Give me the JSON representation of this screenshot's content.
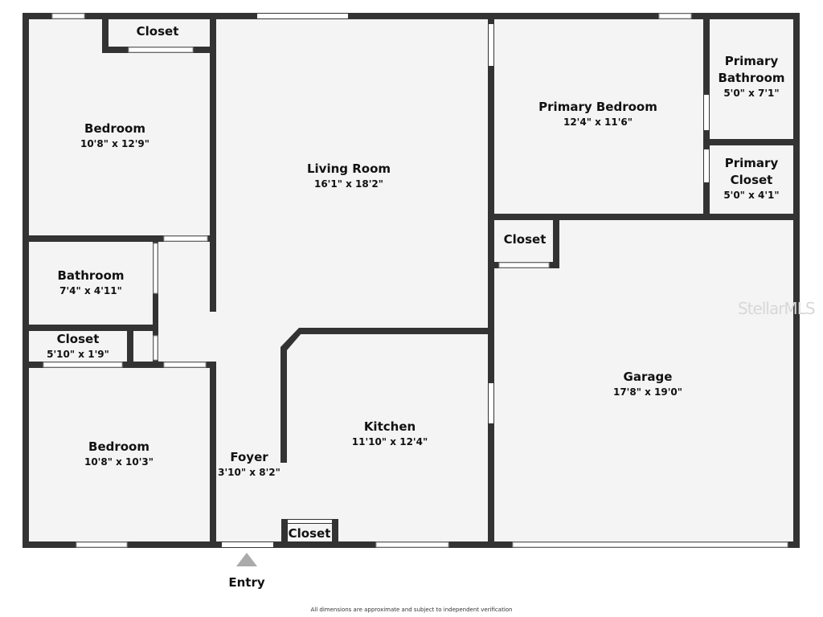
{
  "floorplan": {
    "rooms": [
      {
        "name": "Closet",
        "dim": ""
      },
      {
        "name": "Bedroom",
        "dim": "10'8\" x 12'9\""
      },
      {
        "name": "Living Room",
        "dim": "16'1\" x 18'2\""
      },
      {
        "name": "Primary Bedroom",
        "dim": "12'4\" x 11'6\""
      },
      {
        "name": "Primary Bathroom",
        "dim": "5'0\" x 7'1\""
      },
      {
        "name": "Primary Closet",
        "dim": "5'0\" x 4'1\""
      },
      {
        "name": "Closet",
        "dim": ""
      },
      {
        "name": "Bathroom",
        "dim": "7'4\" x 4'11\""
      },
      {
        "name": "Closet",
        "dim": "5'10\" x 1'9\""
      },
      {
        "name": "Garage",
        "dim": "17'8\" x 19'0\""
      },
      {
        "name": "Kitchen",
        "dim": "11'10\" x 12'4\""
      },
      {
        "name": "Bedroom",
        "dim": "10'8\" x 10'3\""
      },
      {
        "name": "Foyer",
        "dim": "3'10\" x 8'2\""
      },
      {
        "name": "Closet",
        "dim": ""
      }
    ],
    "entry_label": "Entry",
    "disclaimer": "All dimensions are approximate and subject to independent verification",
    "watermark": "StellarMLS",
    "colors": {
      "wall": "#333333",
      "floor": "#f4f4f4",
      "entry_arrow": "#aaaaaa"
    }
  }
}
